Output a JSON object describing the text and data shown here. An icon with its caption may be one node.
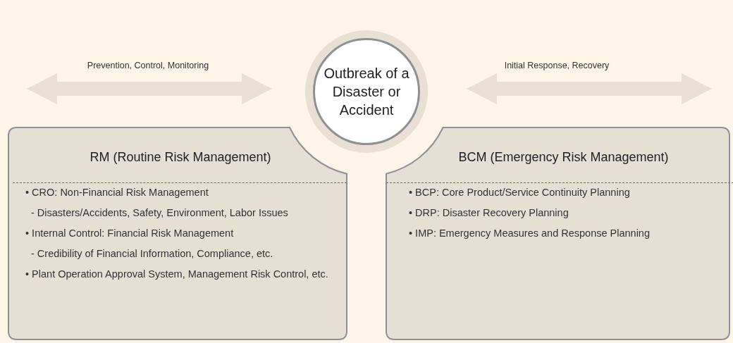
{
  "diagram": {
    "nodes": [
      {
        "text": [
          "Outbreak of a Disaster or Accident"
        ]
      },
      {
        "text": [
          "RM (Routine Risk Management)",
          "• CRO: Non-Financial Risk Management",
          "- Disasters/Accidents, Safety, Environment, Labor Issues",
          "• Internal Control: Financial Risk Management",
          "- Credibility of Financial Information, Compliance, etc.",
          "• Plant Operation Approval System, Management Risk Control, etc."
        ]
      },
      {
        "text": [
          "BCM (Emergency Risk Management)",
          "• BCP: Core Product/Service Continuity Planning",
          "• DRP: Disaster Recovery Planning",
          "• IMP: Emergency Measures and Response Planning"
        ]
      }
    ],
    "labels": [
      "Prevention, Control, Monitoring",
      "Initial Response, Recovery"
    ]
  }
}
